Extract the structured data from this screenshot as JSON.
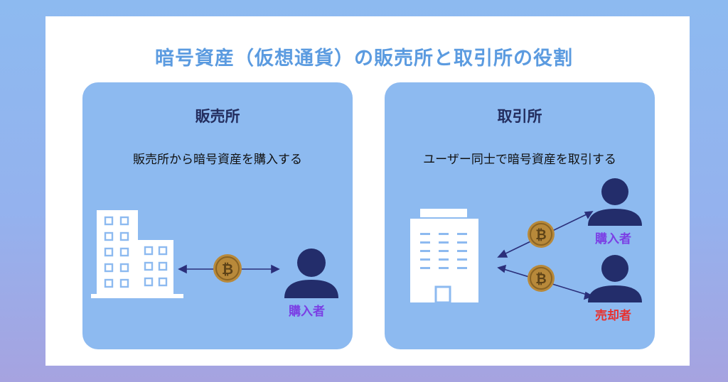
{
  "title": "暗号資産（仮想通貨）の販売所と取引所の役割",
  "left_panel": {
    "title": "販売所",
    "description": "販売所から暗号資産を購入する",
    "buyer_label": "購入者"
  },
  "right_panel": {
    "title": "取引所",
    "description": "ユーザー同士で暗号資産を取引する",
    "buyer_label": "購入者",
    "seller_label": "売却者"
  },
  "colors": {
    "background": "#8dbaf0",
    "panel": "#8dbaf0",
    "title": "#5b9be0",
    "person": "#232d6b",
    "buyer_label": "#7b3fe4",
    "seller_label": "#e8312f",
    "coin": "#b8893a"
  },
  "icons": [
    "office-buildings-icon",
    "bitcoin-coin-icon",
    "person-icon",
    "exchange-building-icon",
    "double-arrow-icon"
  ]
}
